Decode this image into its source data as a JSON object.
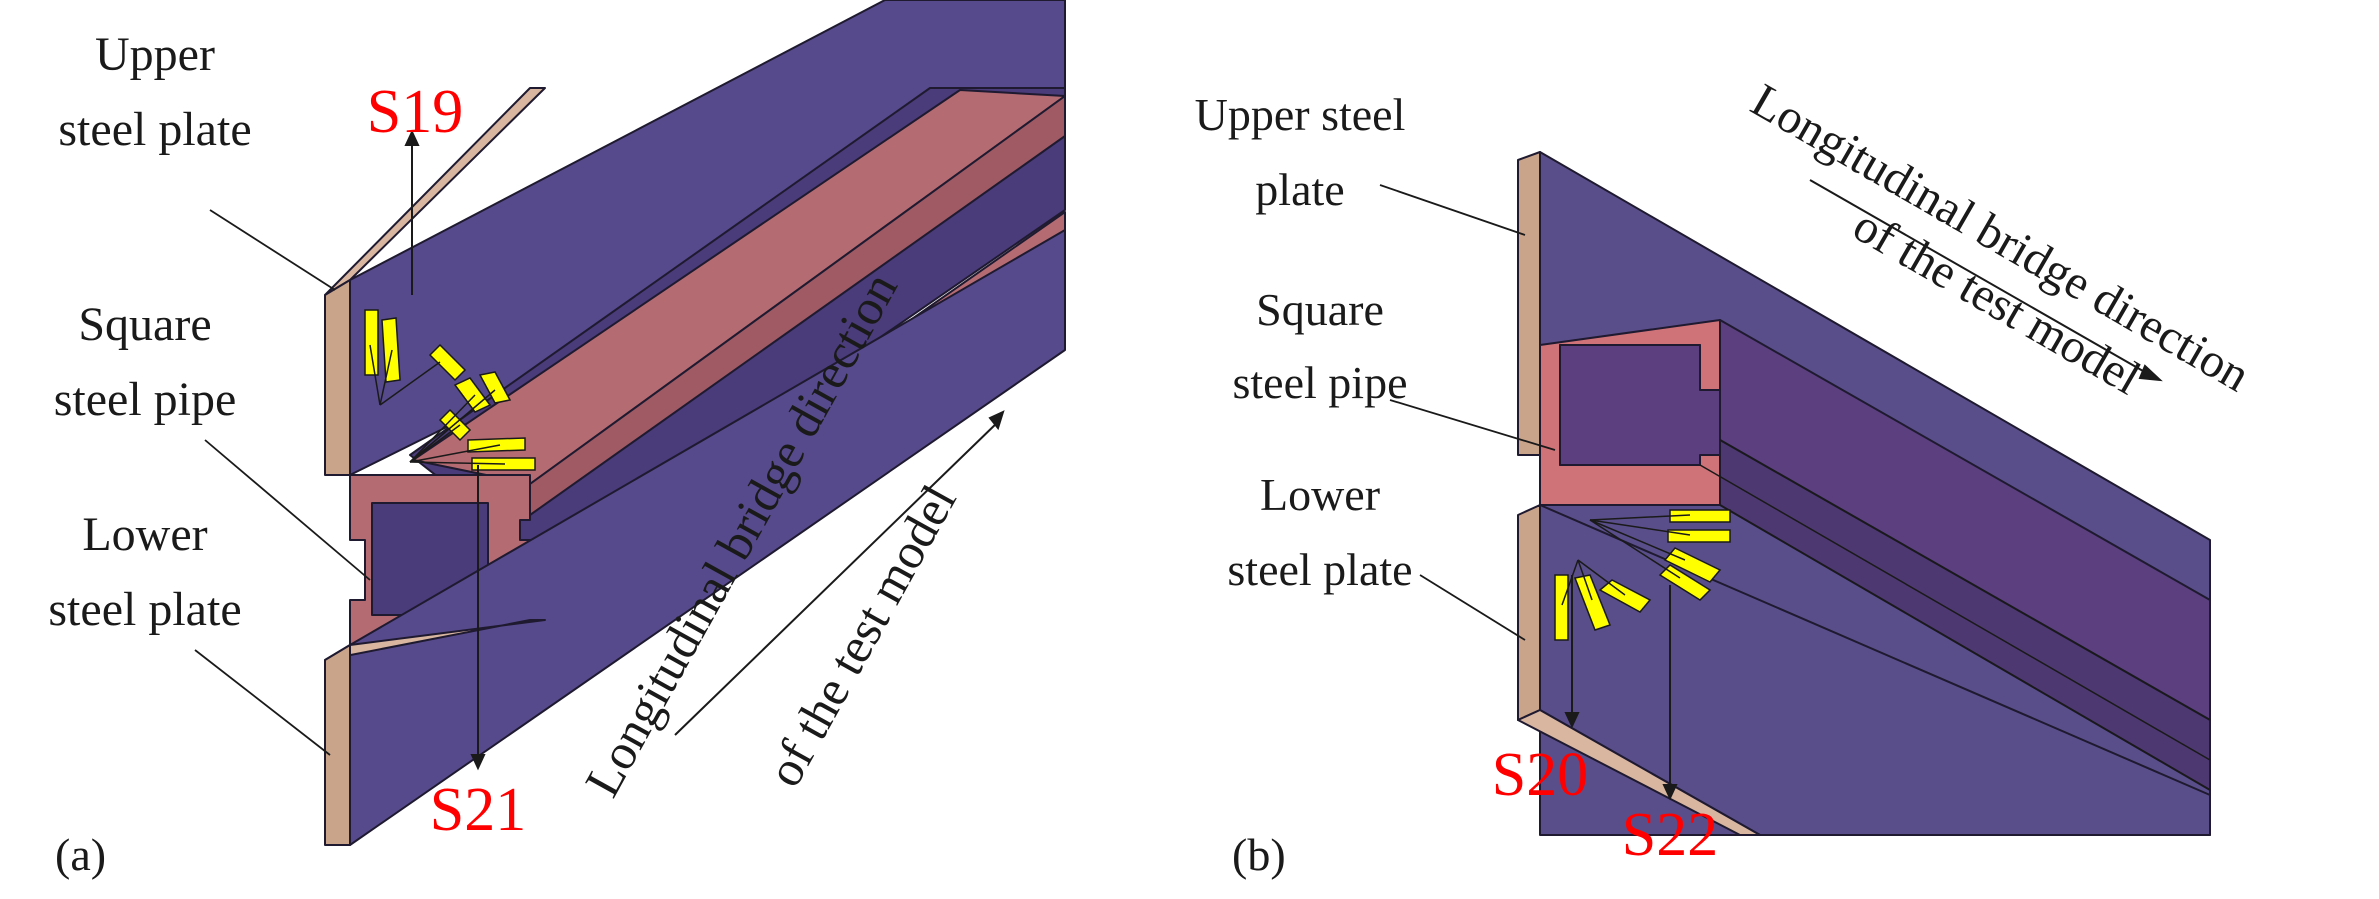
{
  "panel_a": {
    "tag": "(a)",
    "label_upper": [
      "Upper",
      "steel plate"
    ],
    "label_pipe": [
      "Square",
      "steel pipe"
    ],
    "label_lower": [
      "Lower",
      "steel plate"
    ],
    "gauge_top": "S19",
    "gauge_bottom": "S21",
    "direction": [
      "Longitudinal bridge direction",
      "of the test model"
    ]
  },
  "panel_b": {
    "tag": "(b)",
    "label_upper": [
      "Upper steel",
      "plate"
    ],
    "label_pipe": [
      "Square",
      "steel pipe"
    ],
    "label_lower": [
      "Lower",
      "steel plate"
    ],
    "gauge_left": "S20",
    "gauge_right": "S22",
    "direction": [
      "Longitudinal bridge direction",
      "of the test model"
    ]
  },
  "colors": {
    "plate_edge": "#c9a48b",
    "pipe": "#b56b72",
    "purple": "#574a8c",
    "purple_dark": "#4a3b7a",
    "strain_gauge": "#ffff00",
    "gauge_label": "#ff0000"
  }
}
